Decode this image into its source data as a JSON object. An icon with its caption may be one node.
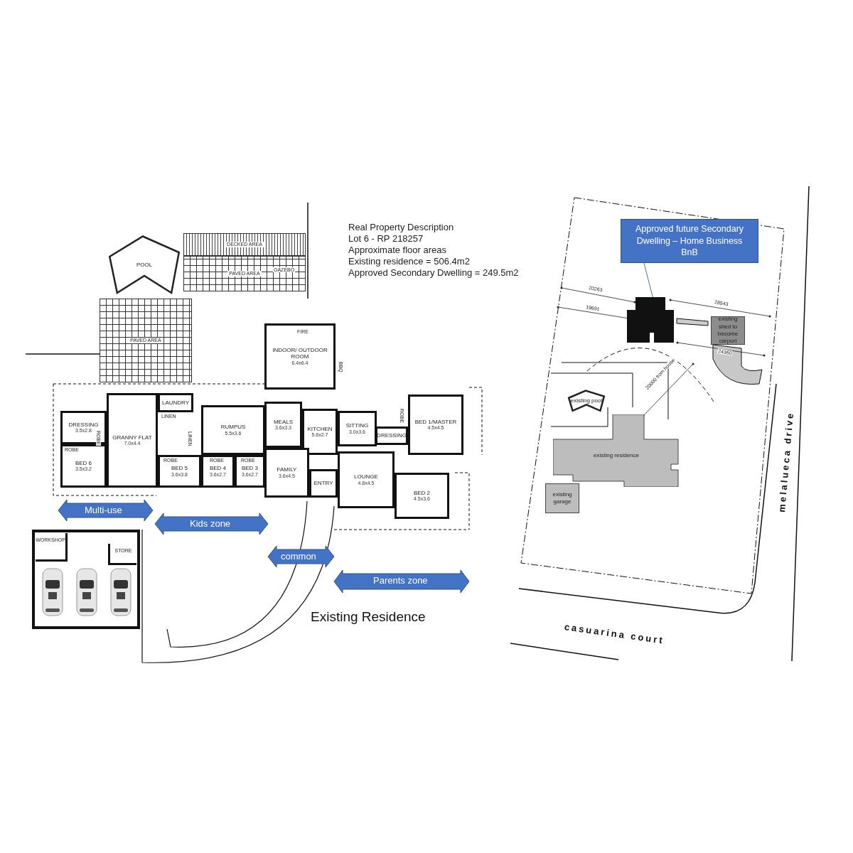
{
  "diagram": {
    "nodes": [
      {
        "text": [
          "POOL"
        ]
      },
      {
        "text": [
          "DECKED AREA"
        ]
      },
      {
        "text": [
          "PAVED AREA"
        ]
      },
      {
        "text": [
          "PAVED AREA"
        ]
      },
      {
        "text": [
          "INDOOR/ OUTDOOR ROOM",
          "6.4x6.4"
        ]
      },
      {
        "text": [
          "DRESSING",
          "3.5x2.8"
        ]
      },
      {
        "text": [
          "GRANNY FLAT",
          "7.0x4.4"
        ]
      },
      {
        "text": [
          "BED 6",
          "3.5x3.2"
        ]
      },
      {
        "text": [
          "LAUNDRY"
        ]
      },
      {
        "text": [
          "RUMPUS",
          "5.5x3.6"
        ]
      },
      {
        "text": [
          "BED 5",
          "3.6x3.8"
        ]
      },
      {
        "text": [
          "BED 4",
          "3.6x2.7"
        ]
      },
      {
        "text": [
          "BED 3",
          "3.6x2.7"
        ]
      },
      {
        "text": [
          "MEALS",
          "3.6x3.3"
        ]
      },
      {
        "text": [
          "KITCHEN",
          "5.6x2.7"
        ]
      },
      {
        "text": [
          "FAMILY",
          "3.6x4.5"
        ]
      },
      {
        "text": [
          "ENTRY"
        ]
      },
      {
        "text": [
          "SITTING",
          "3.0x3.6"
        ]
      },
      {
        "text": [
          "DRESSING"
        ]
      },
      {
        "text": [
          "BED 1/MASTER",
          "4.5x4.5"
        ]
      },
      {
        "text": [
          "LOUNGE",
          "4.8x4.5"
        ]
      },
      {
        "text": [
          "BED 2",
          "4.5x3.6"
        ]
      },
      {
        "text": [
          "WORKSHOP"
        ]
      },
      {
        "text": [
          "STORE"
        ]
      },
      {
        "text": [
          "Approved future Secondary Dwelling – Home Business BnB"
        ]
      },
      {
        "text": [],
        "shape": "box"
      },
      {
        "text": [
          "existing shed to become carport"
        ]
      },
      {
        "text": [
          "existing pool"
        ]
      },
      {
        "text": [
          "existing residence"
        ]
      },
      {
        "text": [
          "existing garage"
        ]
      }
    ],
    "edges": [
      {
        "from": 24,
        "to": 25,
        "arrow": "none"
      }
    ],
    "labels": [
      "Real Property Description",
      "Lot 6 - RP 218257",
      "Approximate floor areas",
      "Existing residence = 506.4m2",
      "Approved Secondary Dwelling = 249.5m2",
      "GAZEBO",
      "FIRE",
      "BBQ",
      "LINEN",
      "ROBE",
      "ROBE",
      "LINEN",
      "ROBE",
      "ROBE",
      "ROBE",
      "ROBE",
      "Multi-use",
      "Kids zone",
      "common",
      "Parents zone",
      "Existing Residence",
      "20263",
      "19691",
      "28543",
      "24360",
      "20000 from house",
      "melalueca drive",
      "casuarina court"
    ]
  }
}
